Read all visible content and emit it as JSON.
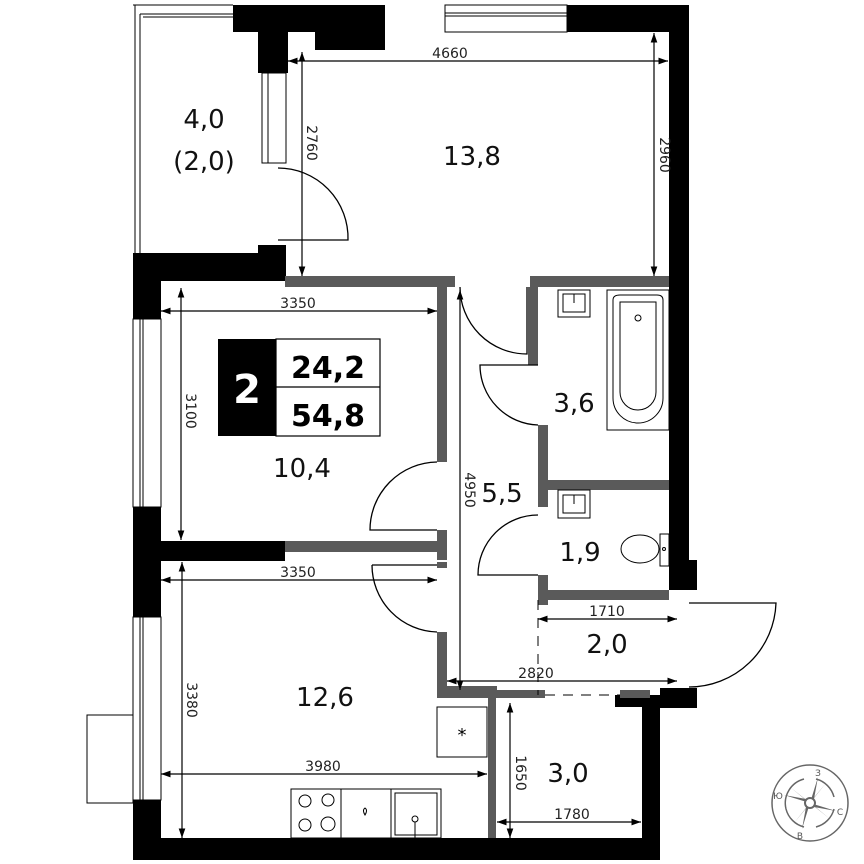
{
  "plan": {
    "rooms_count_badge": "2",
    "living_area": "24,2",
    "total_area": "54,8"
  },
  "rooms": [
    {
      "id": "loggia",
      "area": "4,0",
      "area_reduced": "(2,0)"
    },
    {
      "id": "kitchen-living",
      "area": "13,8"
    },
    {
      "id": "bedroom",
      "area": "10,4"
    },
    {
      "id": "room-bottom",
      "area": "12,6"
    },
    {
      "id": "hall",
      "area": "5,5"
    },
    {
      "id": "bathroom",
      "area": "3,6"
    },
    {
      "id": "wc",
      "area": "1,9"
    },
    {
      "id": "entrance",
      "area": "2,0"
    },
    {
      "id": "storage",
      "area": "3,0"
    }
  ],
  "dimensions": {
    "top_width": "4660",
    "top_left_height": "2760",
    "top_right_height": "2960",
    "bedroom_width": "3350",
    "bedroom_height": "3100",
    "hall_length": "4950",
    "lower_room_width": "3350",
    "lower_room_height": "3380",
    "lower_room_bottom_width": "3980",
    "entrance_width": "1710",
    "hall_bottom_width": "2820",
    "storage_height": "1650",
    "storage_width": "1780"
  },
  "compass": {
    "west": "З",
    "north": "С",
    "east": "В",
    "south": "Ю"
  }
}
